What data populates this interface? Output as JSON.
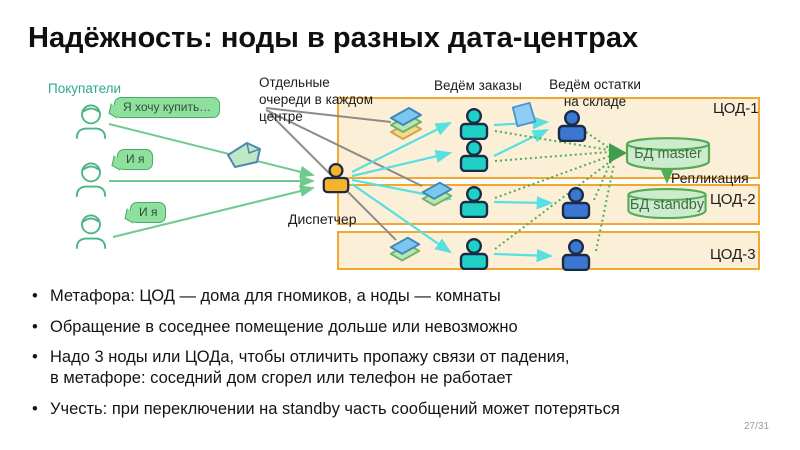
{
  "slide": {
    "title": "Надёжность: ноды в разных дата-центрах",
    "page_number": "27/31"
  },
  "diagram": {
    "buyers_label": "Покупатели",
    "bubbles": [
      "Я хочу купить…",
      "И я",
      "И я"
    ],
    "queues_note_lines": [
      "Отдельные",
      "очереди в каждом",
      "центре"
    ],
    "orders_label": "Ведём заказы",
    "stock_label_line1": "Ведём остатки",
    "stock_label_line2": "на складе",
    "dispatcher_label": "Диспетчер",
    "replication_label": "Репликация",
    "dc_labels": [
      "ЦОД-1",
      "ЦОД-2",
      "ЦОД-3"
    ],
    "db_master_label": "БД master",
    "db_standby_label": "БД standby"
  },
  "bullets": [
    "Метафора: ЦОД — дома для гномиков, а ноды — комнаты",
    "Обращение в соседнее помещение дольше или невозможно",
    "Надо 3 ноды или ЦОДа, чтобы отличить пропажу связи от падения,\nв метафоре: соседний дом сгорел или телефон не работает",
    "Учесть: при переключении на standby часть сообщений может потеряться"
  ],
  "colors": {
    "datacenter_fill": "#fcefd8",
    "datacenter_border": "#f0a832",
    "order_node": "#1fd0c5",
    "stock_node": "#3b77d0",
    "dispatcher": "#f6b32b",
    "buyer_outline": "#4cb584",
    "request_arrow": "#6fca8e",
    "dispatch_arrow": "#58dfdf",
    "db_arrow": "#4caf50",
    "db_fill": "#cdeccd",
    "db_border": "#55aa55",
    "bubble_fill": "#8fdf9d",
    "bubble_border": "#44ad68"
  }
}
